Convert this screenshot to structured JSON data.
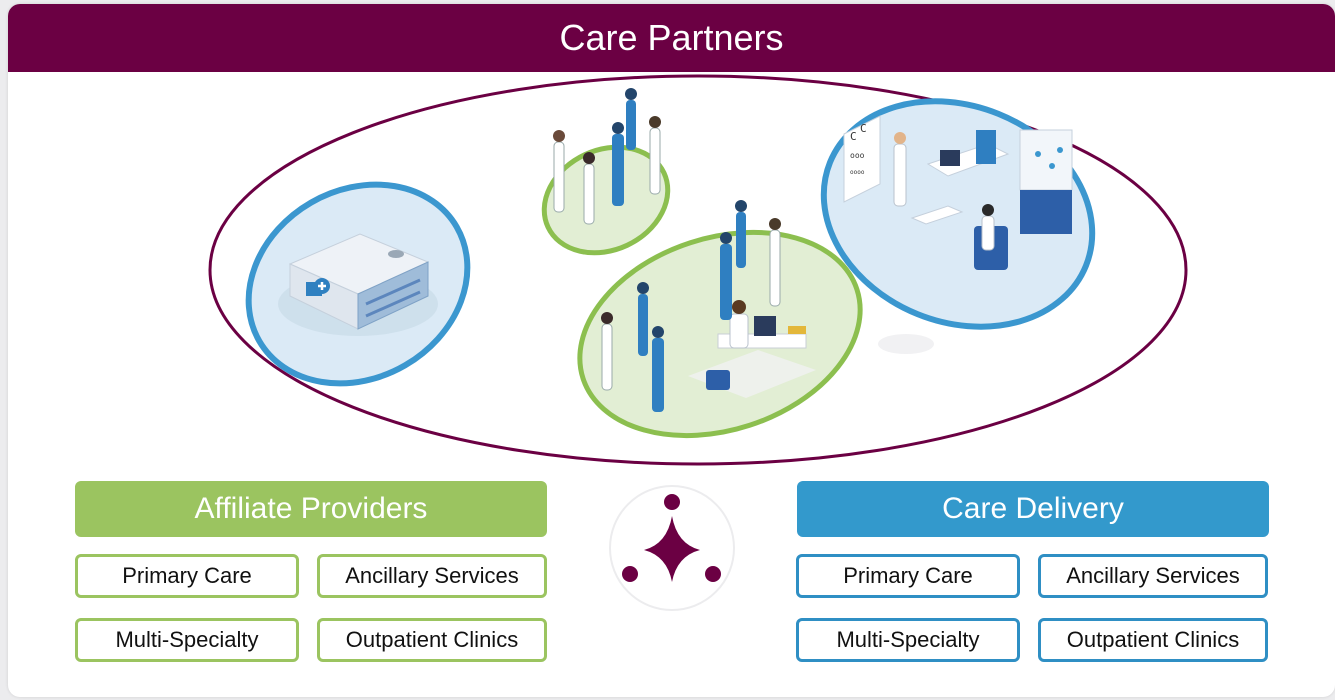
{
  "header": {
    "title": "Care Partners"
  },
  "affiliate": {
    "title": "Affiliate Providers",
    "items": [
      "Primary Care",
      "Ancillary Services",
      "Multi-Specialty",
      "Outpatient Clinics"
    ]
  },
  "care_delivery": {
    "title": "Care Delivery",
    "items": [
      "Primary Care",
      "Ancillary Services",
      "Multi-Specialty",
      "Outpatient Clinics"
    ]
  },
  "colors": {
    "brand_plum": "#6b0043",
    "affiliate_green": "#9bc460",
    "delivery_blue": "#3399cc",
    "blob_blue": "#3b97cf",
    "blob_green": "#8cbf4f"
  },
  "icons": [
    "hospital-building-icon",
    "care-team-icon",
    "doctor-office-icon",
    "eye-clinic-icon",
    "sparkle-star-icon"
  ]
}
